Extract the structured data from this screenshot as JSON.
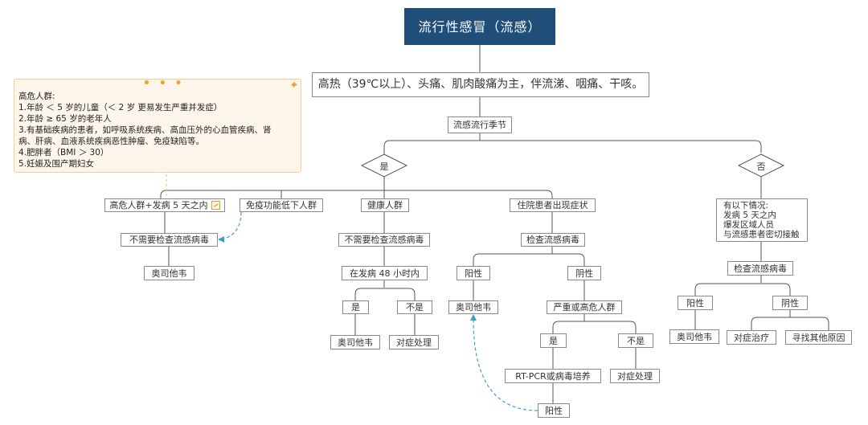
{
  "root": "流行性感冒（流感）",
  "symptoms": "高热（39℃以上）、头痛、肌肉酸痛为主，伴流涕、咽痛、干咳。",
  "season": "流感流行季节",
  "yes": "是",
  "no": "否",
  "note": {
    "lines": [
      "高危人群:",
      "1.年龄 ＜ 5 岁的儿童（＜ 2 岁 更易发生严重并发症）",
      "2.年龄 ≥ 65 岁的老年人",
      "3.有基础疾病的患者，如呼吸系统疾病、高血压外的心血管疾病、肾",
      "病、肝病、血液系统疾病恶性肿瘤、免疫缺陷等。",
      "4.肥胖者（BMI ＞ 30）",
      "5.妊娠及围产期妇女"
    ],
    "dots": "• • •"
  },
  "branch_high_risk": {
    "label": "高危人群+发病 5 天之内",
    "no_test": "不需要检查流感病毒",
    "drug": "奥司他韦"
  },
  "branch_immuno": {
    "label": "免疫功能低下人群"
  },
  "branch_healthy": {
    "label": "健康人群",
    "no_test": "不需要检查流感病毒",
    "within48": "在发病 48 小时内",
    "yes": "是",
    "no": "不是",
    "drug": "奥司他韦",
    "symptomatic": "对症处理"
  },
  "branch_inpatient": {
    "label": "住院患者出现症状",
    "test": "检查流感病毒",
    "positive": "阳性",
    "negative": "阴性",
    "drug": "奥司他韦",
    "severe": "严重或高危人群",
    "yes": "是",
    "no": "不是",
    "rtpcr": "RT-PCR或病毒培养",
    "symptomatic": "对症处理",
    "positive2": "阳性"
  },
  "branch_no": {
    "conditions": [
      "有以下情况:",
      "发病 5 天之内",
      "爆发区域人员",
      "与流感患者密切接触"
    ],
    "test": "检查流感病毒",
    "positive": "阳性",
    "negative": "阴性",
    "drug": "奥司他韦",
    "treat": "对症治疗",
    "other": "寻找其他原因"
  },
  "colors": {
    "root_bg": "#1f4e79",
    "note_bg": "#fef6ea",
    "note_border": "#f6cf98",
    "dashed_arrow": "#3ba0c8"
  }
}
